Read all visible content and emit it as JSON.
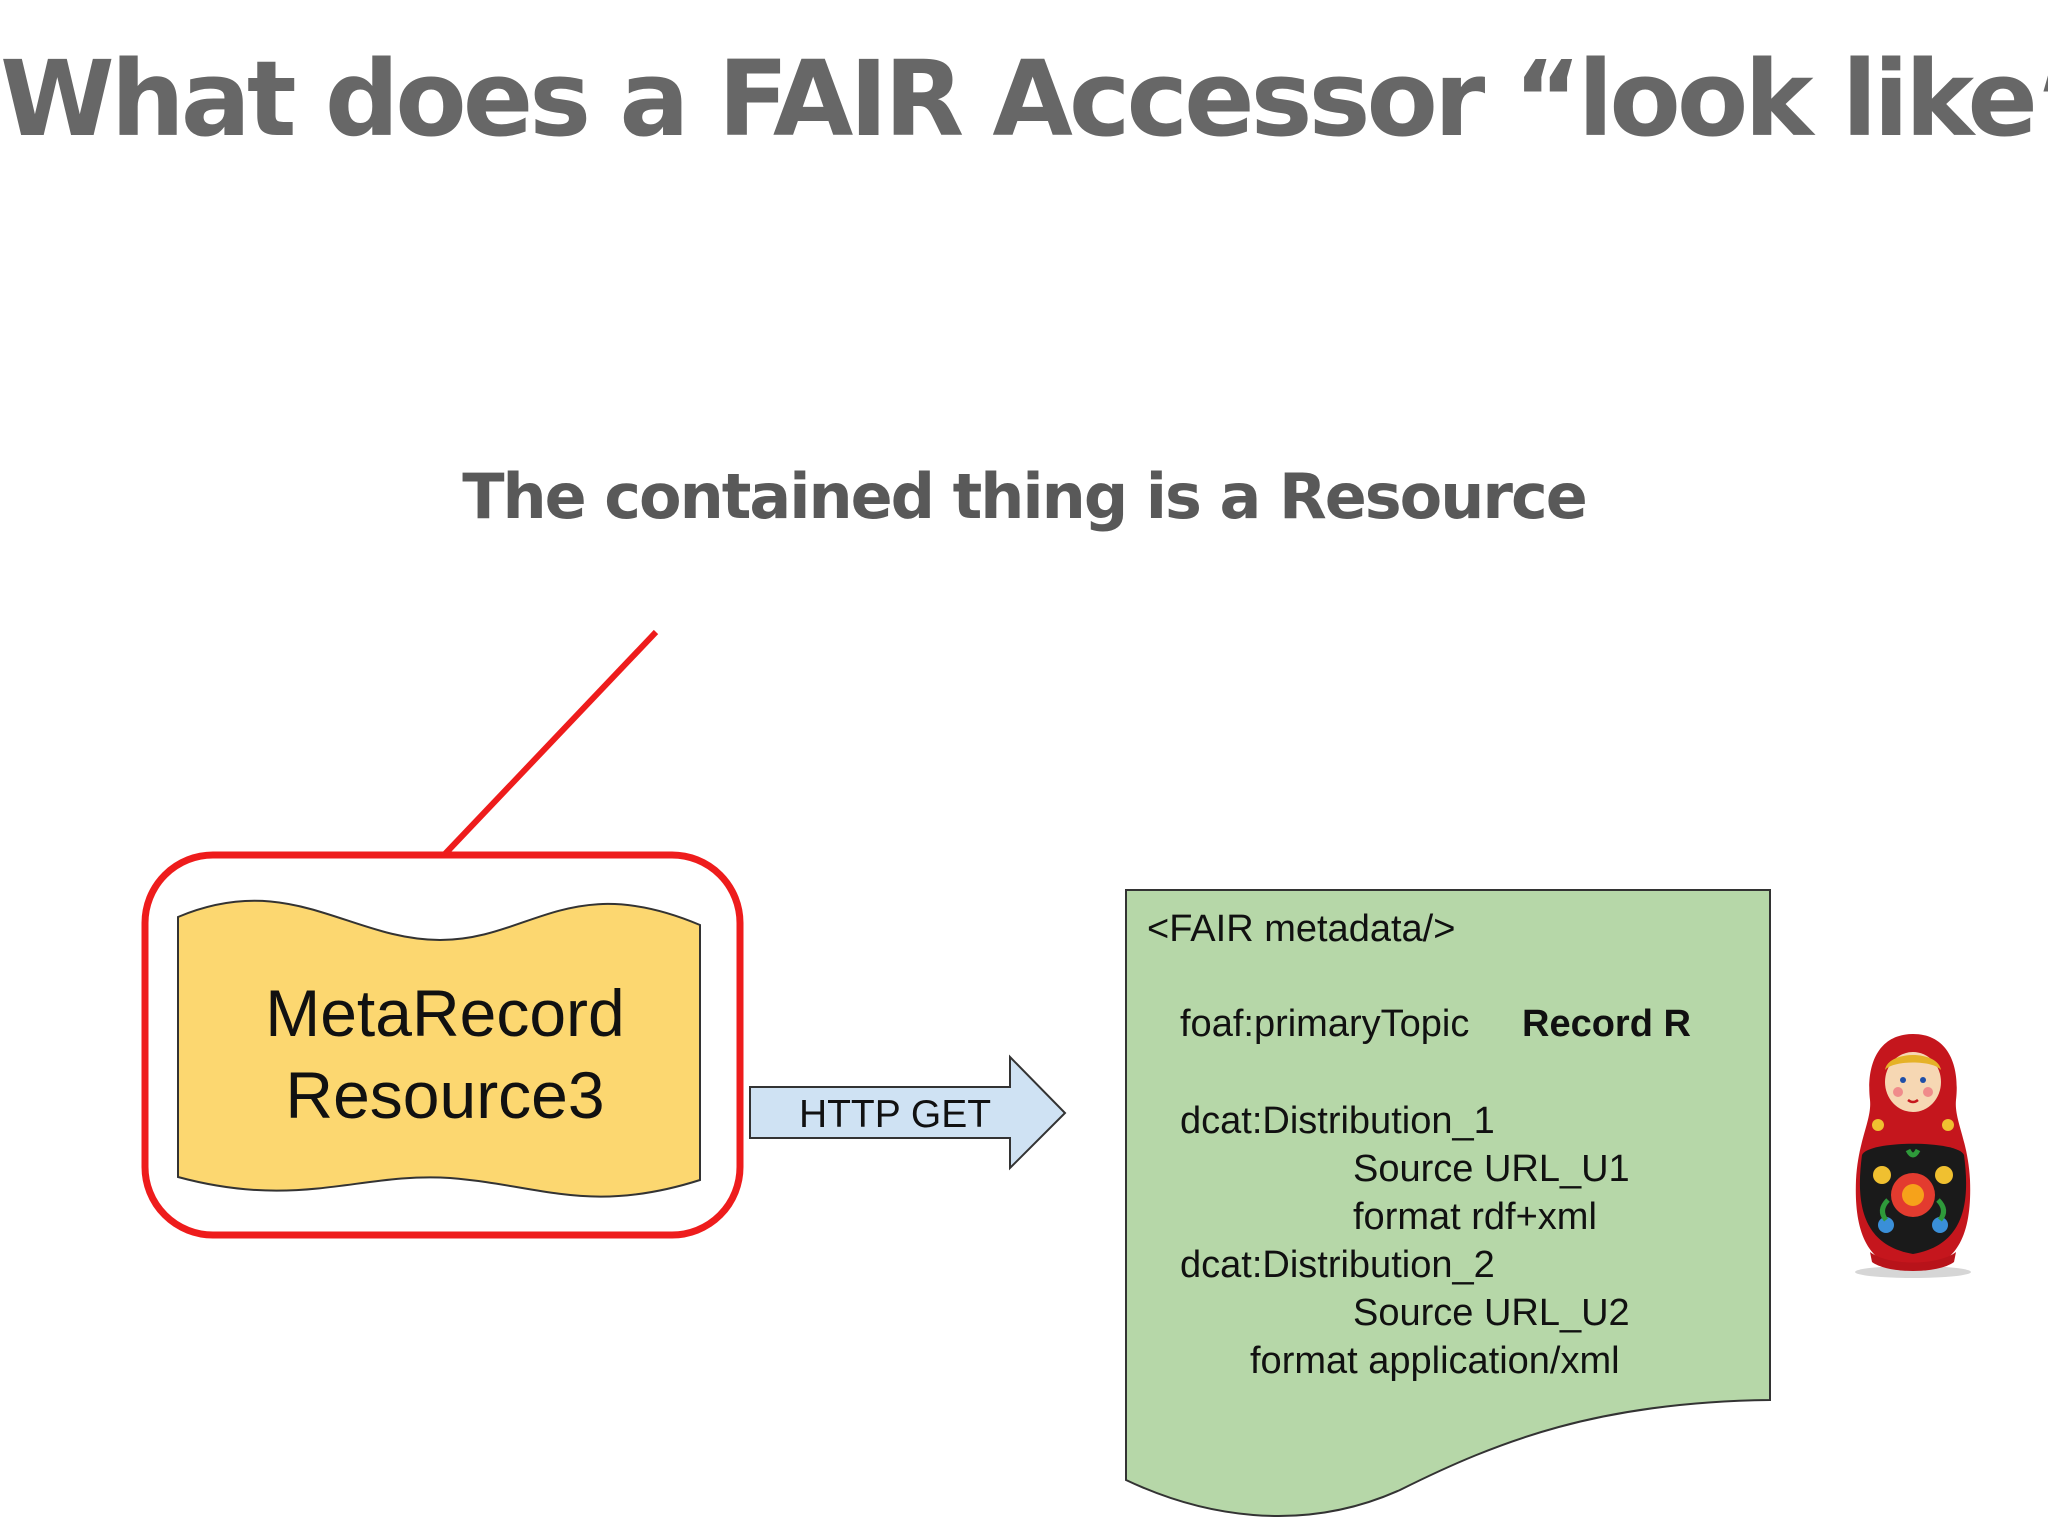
{
  "slide": {
    "title": "What does a FAIR Accessor “look like”?",
    "subtitle": "The contained thing is a Resource"
  },
  "record": {
    "line1": "MetaRecord",
    "line2": "Resource3"
  },
  "arrow": {
    "label": "HTTP GET"
  },
  "metadata": {
    "header": "<FAIR metadata/>",
    "primary_topic_key": "foaf:primaryTopic",
    "primary_topic_value": "Record R",
    "distribution1": "dcat:Distribution_1",
    "distribution1_source": "Source URL_U1",
    "distribution1_format": "format  rdf+xml",
    "distribution2": "dcat:Distribution_2",
    "distribution2_source": "Source URL_U2",
    "distribution2_format": "format  application/xml"
  },
  "colors": {
    "title_gray": "#676767",
    "highlight_red": "#ee1c1c",
    "record_fill": "#fcd770",
    "arrow_fill": "#cfe2f3",
    "metadata_fill": "#b6d7a8"
  }
}
